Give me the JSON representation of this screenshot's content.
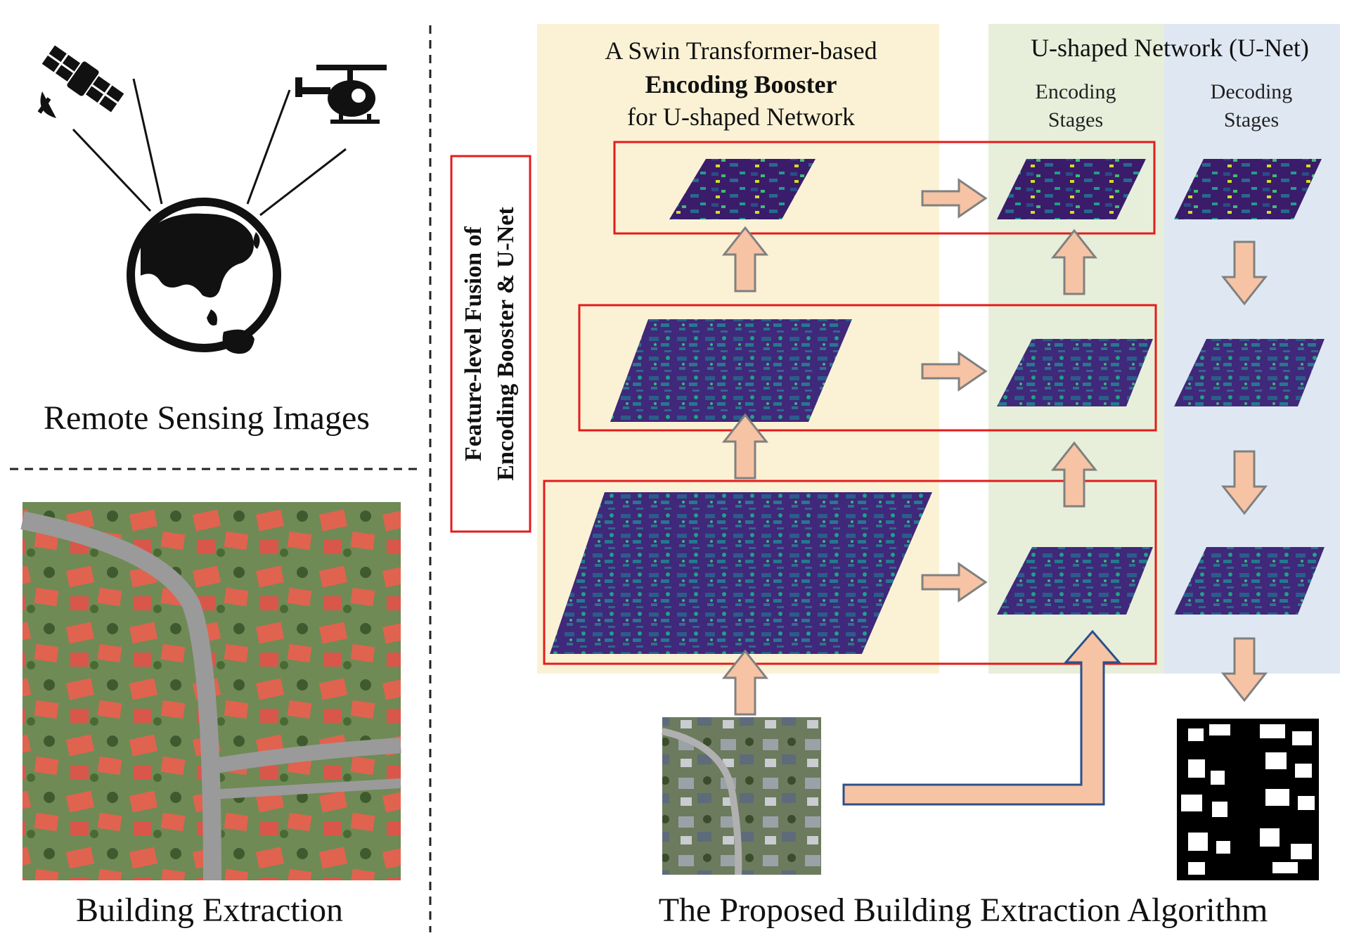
{
  "left_panel": {
    "remote_sensing_title": "Remote Sensing Images",
    "building_extraction_title": "Building Extraction",
    "icons": [
      "satellite-icon",
      "helicopter-icon",
      "globe-icon"
    ]
  },
  "booster": {
    "line1": "A Swin Transformer-based",
    "line2": "Encoding Booster",
    "line3": "for U-shaped Network"
  },
  "unet": {
    "title": "U-shaped Network (U-Net)",
    "encoding_line1": "Encoding",
    "encoding_line2": "Stages",
    "decoding_line1": "Decoding",
    "decoding_line2": "Stages"
  },
  "fusion": {
    "line1": "Feature-level Fusion of",
    "line2": "Encoding Booster & U-Net"
  },
  "footer": {
    "algorithm_title": "The Proposed Building Extraction Algorithm"
  },
  "colors": {
    "booster_bg": "#fbf2d6",
    "encoding_bg": "#e7efdb",
    "decoding_bg": "#dfe8f2",
    "fusion_box": "#e31c1c",
    "arrow_fill": "#f6c4a4",
    "arrow_stroke": "#808080",
    "skip_arrow_stroke": "#2e4f8a",
    "feature_map_base": "#3b1c6b",
    "roof_color": "#e0634f"
  }
}
